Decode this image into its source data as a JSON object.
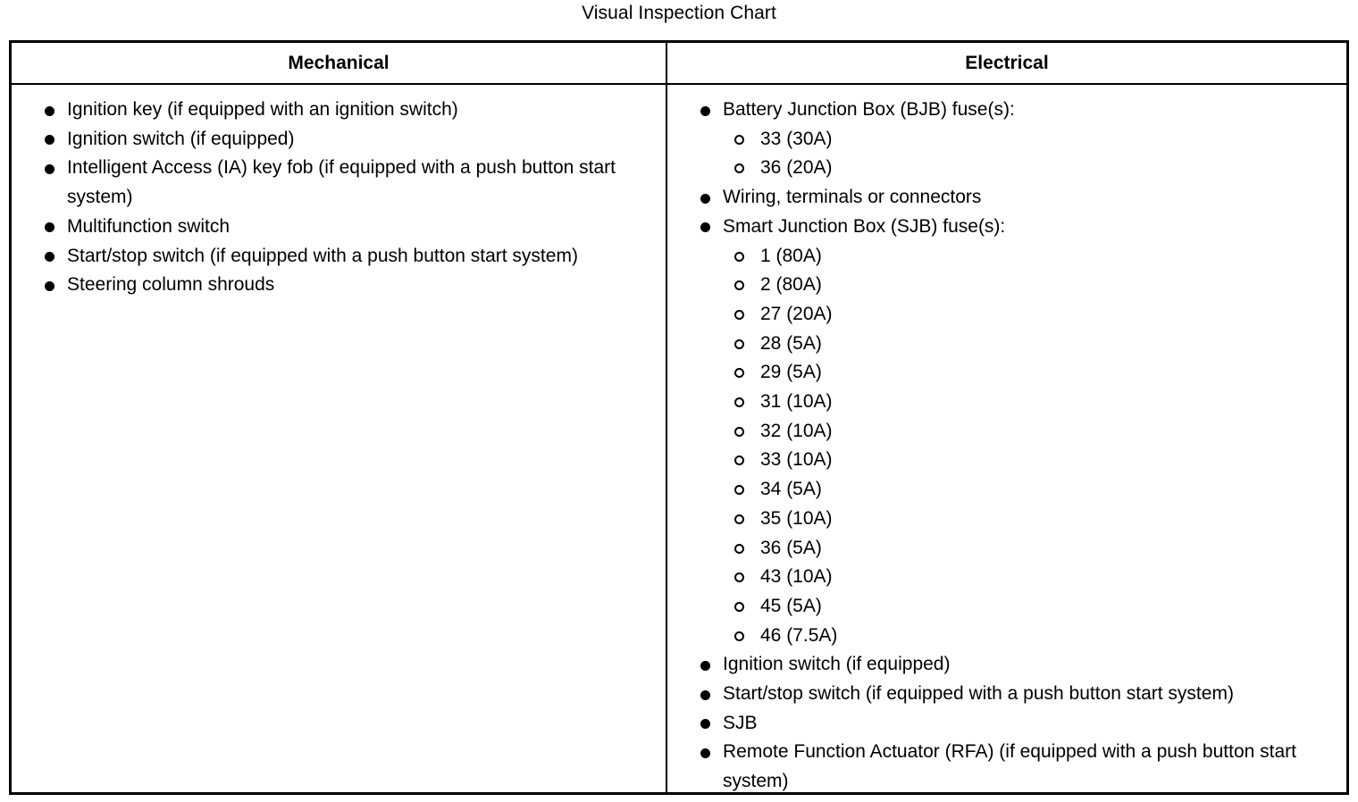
{
  "title": "Visual Inspection Chart",
  "table": {
    "columns": [
      {
        "header": "Mechanical"
      },
      {
        "header": "Electrical"
      }
    ],
    "mechanical": {
      "items": [
        {
          "text": "Ignition key (if equipped with an ignition switch)"
        },
        {
          "text": "Ignition switch (if equipped)"
        },
        {
          "text": "Intelligent Access (IA) key fob (if equipped with a push button start system)"
        },
        {
          "text": "Multifunction switch"
        },
        {
          "text": "Start/stop switch (if equipped with a push button start system)"
        },
        {
          "text": "Steering column shrouds"
        }
      ]
    },
    "electrical": {
      "items": [
        {
          "text": "Battery Junction Box (BJB) fuse(s):",
          "subitems": [
            {
              "text": "33 (30A)"
            },
            {
              "text": "36 (20A)"
            }
          ]
        },
        {
          "text": "Wiring, terminals or connectors",
          "subitems": []
        },
        {
          "text": "Smart Junction Box (SJB) fuse(s):",
          "subitems": [
            {
              "text": "1 (80A)"
            },
            {
              "text": "2 (80A)"
            },
            {
              "text": "27 (20A)"
            },
            {
              "text": "28 (5A)"
            },
            {
              "text": "29 (5A)"
            },
            {
              "text": "31 (10A)"
            },
            {
              "text": "32 (10A)"
            },
            {
              "text": "33 (10A)"
            },
            {
              "text": "34 (5A)"
            },
            {
              "text": "35 (10A)"
            },
            {
              "text": "36 (5A)"
            },
            {
              "text": "43 (10A)"
            },
            {
              "text": "45 (5A)"
            },
            {
              "text": "46 (7.5A)"
            }
          ]
        },
        {
          "text": "Ignition switch (if equipped)",
          "subitems": []
        },
        {
          "text": "Start/stop switch (if equipped with a push button start system)",
          "subitems": []
        },
        {
          "text": "SJB",
          "subitems": []
        },
        {
          "text": "Remote Function Actuator (RFA) (if equipped with a push button start system)",
          "subitems": []
        }
      ]
    }
  }
}
